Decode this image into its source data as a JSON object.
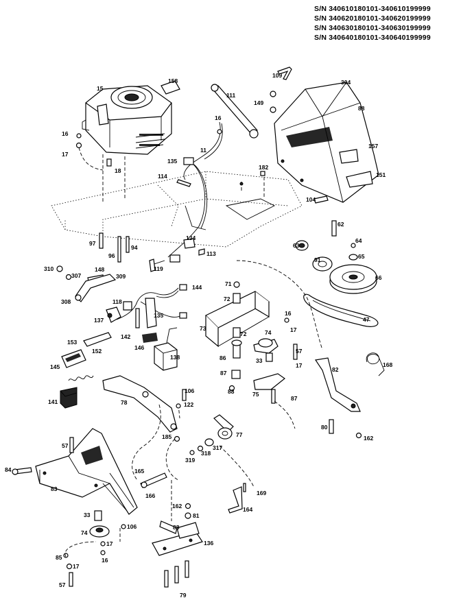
{
  "serial_numbers": [
    "S/N 340610180101-340610199999",
    "S/N 340620180101-340620199999",
    "S/N 340630180101-340630199999",
    "S/N 340640180101-340640199999"
  ],
  "part_labels": {
    "p15": "15",
    "p158": "158",
    "p16a": "16",
    "p17a": "17",
    "p18": "18",
    "p111": "111",
    "p16b": "16",
    "p11": "11",
    "p135a": "135",
    "p114": "114",
    "p182a": "182",
    "p109": "109",
    "p304": "304",
    "p149": "149",
    "p88": "88",
    "p157": "157",
    "p151": "151",
    "p104": "104",
    "p97": "97",
    "p96": "96",
    "p94": "94",
    "p134": "134",
    "p113": "113",
    "p119": "119",
    "p62": "62",
    "p63": "63",
    "p64": "64",
    "p91": "91",
    "p65": "65",
    "p66": "66",
    "p310": "310",
    "p307": "307",
    "p148": "148",
    "p309": "309",
    "p308": "308",
    "p144": "144",
    "p118": "118",
    "p135b": "135",
    "p137": "137",
    "p142": "142",
    "p71": "71",
    "p72a": "72",
    "p47": "47",
    "p146": "146",
    "p138": "138",
    "p153": "153",
    "p152": "152",
    "p145": "145",
    "p73": "73",
    "p72b": "72",
    "p74a": "74",
    "p16c": "16",
    "p17b": "17",
    "p57a": "57",
    "p17c": "17",
    "p168": "168",
    "p86": "86",
    "p33a": "33",
    "p87a": "87",
    "p88b": "88",
    "p75": "75",
    "p82": "82",
    "p87b": "87",
    "p141": "141",
    "p78": "78",
    "p106a": "106",
    "p122": "122",
    "p80": "80",
    "p162a": "162",
    "p185": "185",
    "p77": "77",
    "p57b": "57",
    "p317": "317",
    "p318": "318",
    "p319": "319",
    "p84": "84",
    "p83": "83",
    "p165": "165",
    "p166": "166",
    "p169": "169",
    "p164": "164",
    "p162b": "162",
    "p81": "81",
    "p33b": "33",
    "p74b": "74",
    "p106b": "106",
    "p88c": "88",
    "p17d": "17",
    "p136": "136",
    "p85": "85",
    "p17e": "17",
    "p16d": "16",
    "p57c": "57",
    "p79": "79"
  }
}
